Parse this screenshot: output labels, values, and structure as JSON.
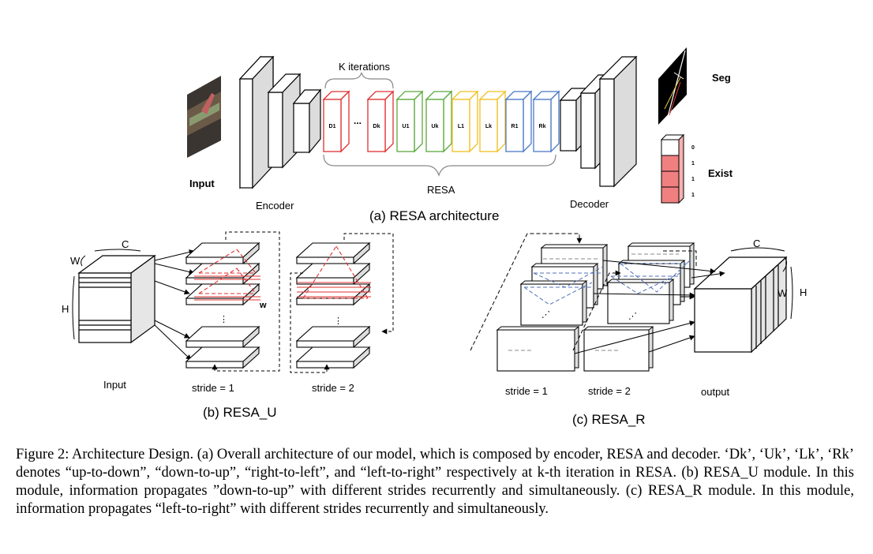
{
  "panel_a": {
    "input_label": "Input",
    "encoder_label": "Encoder",
    "decoder_label": "Decoder",
    "k_iterations_label": "K iterations",
    "ellipsis": "...",
    "resa_label": "RESA",
    "seg_label": "Seg",
    "exist_label": "Exist",
    "exist_values": [
      "0",
      "1",
      "1",
      "1"
    ],
    "blocks": [
      {
        "label": "D1",
        "color": "#e03030"
      },
      {
        "label": "Dk",
        "color": "#e03030"
      },
      {
        "label": "U1",
        "color": "#5aa83c"
      },
      {
        "label": "Uk",
        "color": "#5aa83c"
      },
      {
        "label": "L1",
        "color": "#f0c020"
      },
      {
        "label": "Lk",
        "color": "#f0c020"
      },
      {
        "label": "R1",
        "color": "#4a78c8"
      },
      {
        "label": "Rk",
        "color": "#4a78c8"
      }
    ],
    "exist_fill": "#f08080",
    "caption": "(a) RESA architecture"
  },
  "panel_b": {
    "c_label": "C",
    "w_label": "W",
    "h_label": "H",
    "w_small_label": "w",
    "input_label": "Input",
    "stride1_label": "stride = 1",
    "stride2_label": "stride = 2",
    "caption": "(b) RESA_U"
  },
  "panel_c": {
    "c_label": "C",
    "w_label": "W",
    "h_label": "H",
    "stride1_label": "stride = 1",
    "stride2_label": "stride = 2",
    "output_label": "output",
    "caption": "(c) RESA_R"
  },
  "caption": "Figure 2: Architecture Design. (a) Overall architecture of our model, which is composed by encoder, RESA and decoder. ‘Dk’, ‘Uk’, ‘Lk’, ‘Rk’ denotes “up-to-down”, “down-to-up”, “right-to-left”, and “left-to-right” respectively at k-th iteration in RESA. (b) RESA_U module. In this module, information propagates ”down-to-up” with different strides recurrently and simultaneously. (c) RESA_R module. In this module, information propagates “left-to-right” with different strides recurrently and simultaneously."
}
